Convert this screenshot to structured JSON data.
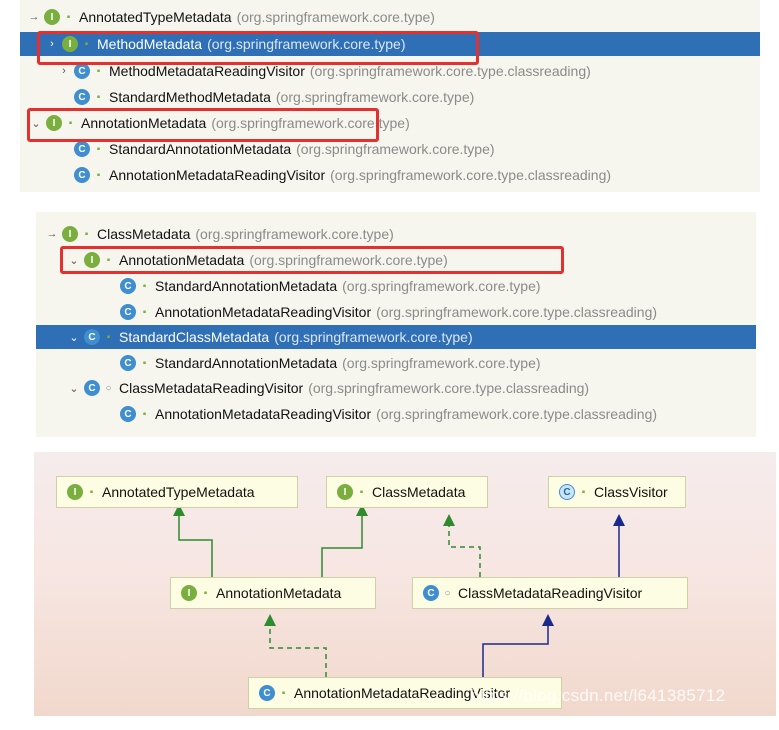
{
  "panel1": {
    "rows": [
      {
        "name": "AnnotatedTypeMetadata",
        "pkg": "(org.springframework.core.type)",
        "icon": "I"
      },
      {
        "name": "MethodMetadata",
        "pkg": "(org.springframework.core.type)",
        "icon": "I"
      },
      {
        "name": "MethodMetadataReadingVisitor",
        "pkg": "(org.springframework.core.type.classreading)",
        "icon": "C"
      },
      {
        "name": "StandardMethodMetadata",
        "pkg": "(org.springframework.core.type)",
        "icon": "C"
      },
      {
        "name": "AnnotationMetadata",
        "pkg": "(org.springframework.core.type)",
        "icon": "I"
      },
      {
        "name": "StandardAnnotationMetadata",
        "pkg": "(org.springframework.core.type)",
        "icon": "C"
      },
      {
        "name": "AnnotationMetadataReadingVisitor",
        "pkg": "(org.springframework.core.type.classreading)",
        "icon": "C"
      }
    ]
  },
  "panel2": {
    "rows": [
      {
        "name": "ClassMetadata",
        "pkg": "(org.springframework.core.type)",
        "icon": "I"
      },
      {
        "name": "AnnotationMetadata",
        "pkg": "(org.springframework.core.type)",
        "icon": "I"
      },
      {
        "name": "StandardAnnotationMetadata",
        "pkg": "(org.springframework.core.type)",
        "icon": "C"
      },
      {
        "name": "AnnotationMetadataReadingVisitor",
        "pkg": "(org.springframework.core.type.classreading)",
        "icon": "C"
      },
      {
        "name": "StandardClassMetadata",
        "pkg": "(org.springframework.core.type)",
        "icon": "C"
      },
      {
        "name": "StandardAnnotationMetadata",
        "pkg": "(org.springframework.core.type)",
        "icon": "C"
      },
      {
        "name": "ClassMetadataReadingVisitor",
        "pkg": "(org.springframework.core.type.classreading)",
        "icon": "C"
      },
      {
        "name": "AnnotationMetadataReadingVisitor",
        "pkg": "(org.springframework.core.type.classreading)",
        "icon": "C"
      }
    ]
  },
  "diagram": {
    "nodes": {
      "annotated_type_metadata": {
        "label": "AnnotatedTypeMetadata",
        "icon": "I"
      },
      "class_metadata": {
        "label": "ClassMetadata",
        "icon": "I"
      },
      "class_visitor": {
        "label": "ClassVisitor",
        "icon": "C"
      },
      "annotation_metadata": {
        "label": "AnnotationMetadata",
        "icon": "I"
      },
      "class_metadata_reading_visitor": {
        "label": "ClassMetadataReadingVisitor",
        "icon": "C"
      },
      "annotation_metadata_reading_visitor": {
        "label": "AnnotationMetadataReadingVisitor",
        "icon": "C"
      }
    },
    "colors": {
      "extends_interface": "#2e8b2e",
      "extends_class": "#1a2a8c"
    }
  },
  "watermark": "https://blog.csdn.net/l641385712",
  "colors": {
    "selection": "#2f6fb5",
    "highlight_box": "#e53030",
    "interface_icon": "#7aae3f",
    "class_icon": "#3f8ecf"
  }
}
